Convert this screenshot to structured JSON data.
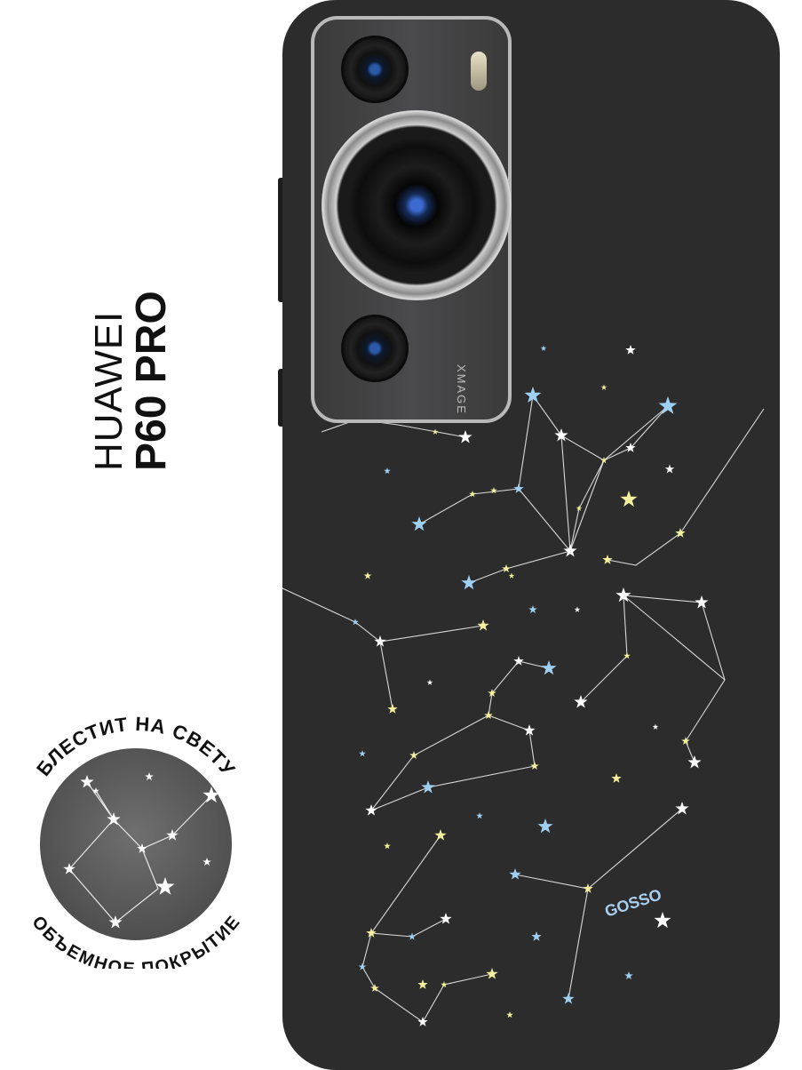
{
  "product": {
    "brand": "HUAWEI",
    "model": "P60 PRO",
    "camera_text": "XMAGE",
    "logo_text": "GOSSO"
  },
  "badge": {
    "top_text": "БЛЕСТИТ НА СВЕТУ",
    "bottom_text": "ОБЪЕМНОЕ ПОКРЫТИЕ"
  },
  "colors": {
    "case": "#2c2c2c",
    "star_white": "#ffffff",
    "star_yellow": "#f3ef9c",
    "star_blue": "#9fd0f2",
    "text": "#111111"
  },
  "icons": [
    "star-icon",
    "camera-lens-icon",
    "flash-icon"
  ]
}
